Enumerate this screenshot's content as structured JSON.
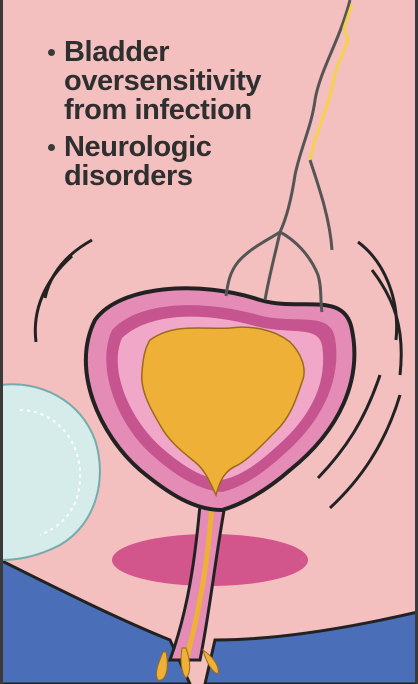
{
  "colors": {
    "background": "#f4bfbf",
    "text": "#2f2f2f",
    "border": "#3a3a3a",
    "bladder_outer": "#e48cb6",
    "bladder_mid": "#c6548e",
    "bladder_inner": "#f0a7c8",
    "urine": "#efb037",
    "pelvic_floor": "#d2568c",
    "lower_region": "#4a6fb8",
    "side_organ": "#d6ecea",
    "nerve_line": "#555555",
    "nerve_signal": "#f6d24a"
  },
  "causes": [
    {
      "text": "Bladder\noversensitivity\nfrom infection"
    },
    {
      "text": "Neurologic\ndisorders"
    }
  ],
  "icons": {
    "bullet": "bullet-dot",
    "nerve": "nerve-lightning-icon",
    "contraction": "contraction-lines-icon",
    "leak": "urine-leak-drops-icon"
  }
}
